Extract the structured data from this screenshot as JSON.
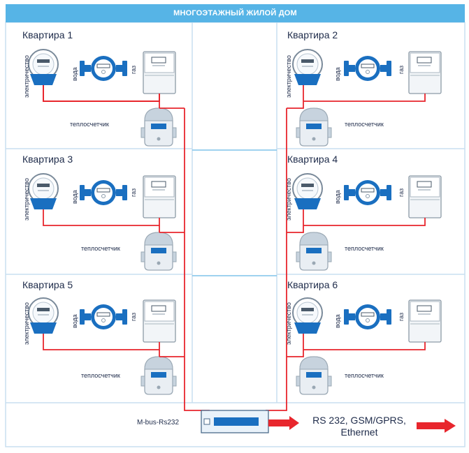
{
  "building": {
    "title": "МНОГОЭТАЖНЫЙ ЖИЛОЙ ДОМ"
  },
  "apartments": [
    {
      "title": "Квартира 1"
    },
    {
      "title": "Квартира 2"
    },
    {
      "title": "Квартира 3"
    },
    {
      "title": "Квартира 4"
    },
    {
      "title": "Квартира 5"
    },
    {
      "title": "Квартира 6"
    }
  ],
  "meter_labels": {
    "electricity": "электричество",
    "water": "вода",
    "gas": "газ",
    "heat": "теплосчетчик"
  },
  "bus": {
    "converter_label": "M-bus-Rs232",
    "output_line1": "RS 232, GSM/GPRS,",
    "output_line2": "Ethernet"
  },
  "colors": {
    "header": "#56b4e6",
    "wire": "#e8262d",
    "meter_blue": "#1a6fc0",
    "grid": "#c9dff0"
  },
  "icons": [
    "electricity-meter-icon",
    "water-meter-icon",
    "gas-meter-icon",
    "heat-meter-icon",
    "converter-icon",
    "arrow-icon"
  ]
}
